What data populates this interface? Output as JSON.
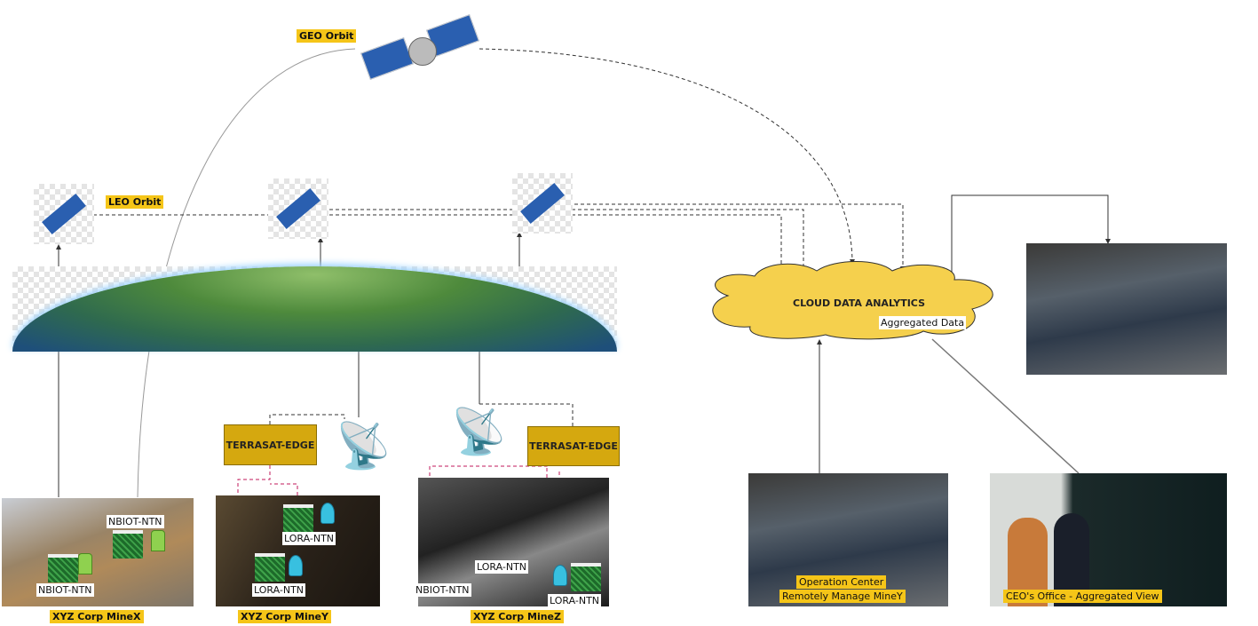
{
  "orbits": {
    "geo_label": "GEO Orbit",
    "leo_label": "LEO Orbit"
  },
  "edge_nodes": [
    {
      "label": "TERRASAT-EDGE"
    },
    {
      "label": "TERRASAT-EDGE"
    }
  ],
  "mines": [
    {
      "name": "XYZ Corp MineX",
      "sensors": [
        "NBIOT-NTN",
        "NBIOT-NTN"
      ]
    },
    {
      "name": "XYZ Corp MineY",
      "sensors": [
        "LORA-NTN",
        "LORA-NTN"
      ]
    },
    {
      "name": "XYZ Corp MineZ",
      "sensors": [
        "NBIOT-NTN",
        "LORA-NTN",
        "LORA-NTN"
      ]
    }
  ],
  "cloud": {
    "title": "CLOUD DATA ANALYTICS",
    "output_label": "Aggregated Data"
  },
  "consumers": {
    "operation_center": {
      "line1": "Operation Center",
      "line2": "Remotely Manage MineY"
    },
    "ceo_office": {
      "label": "CEO's Office - Aggregated View"
    }
  },
  "colors": {
    "tag": "#f5c518",
    "edge": "#d5a80f",
    "cloud": "#f5d04d",
    "link_dashed_red": "#c2185b"
  }
}
